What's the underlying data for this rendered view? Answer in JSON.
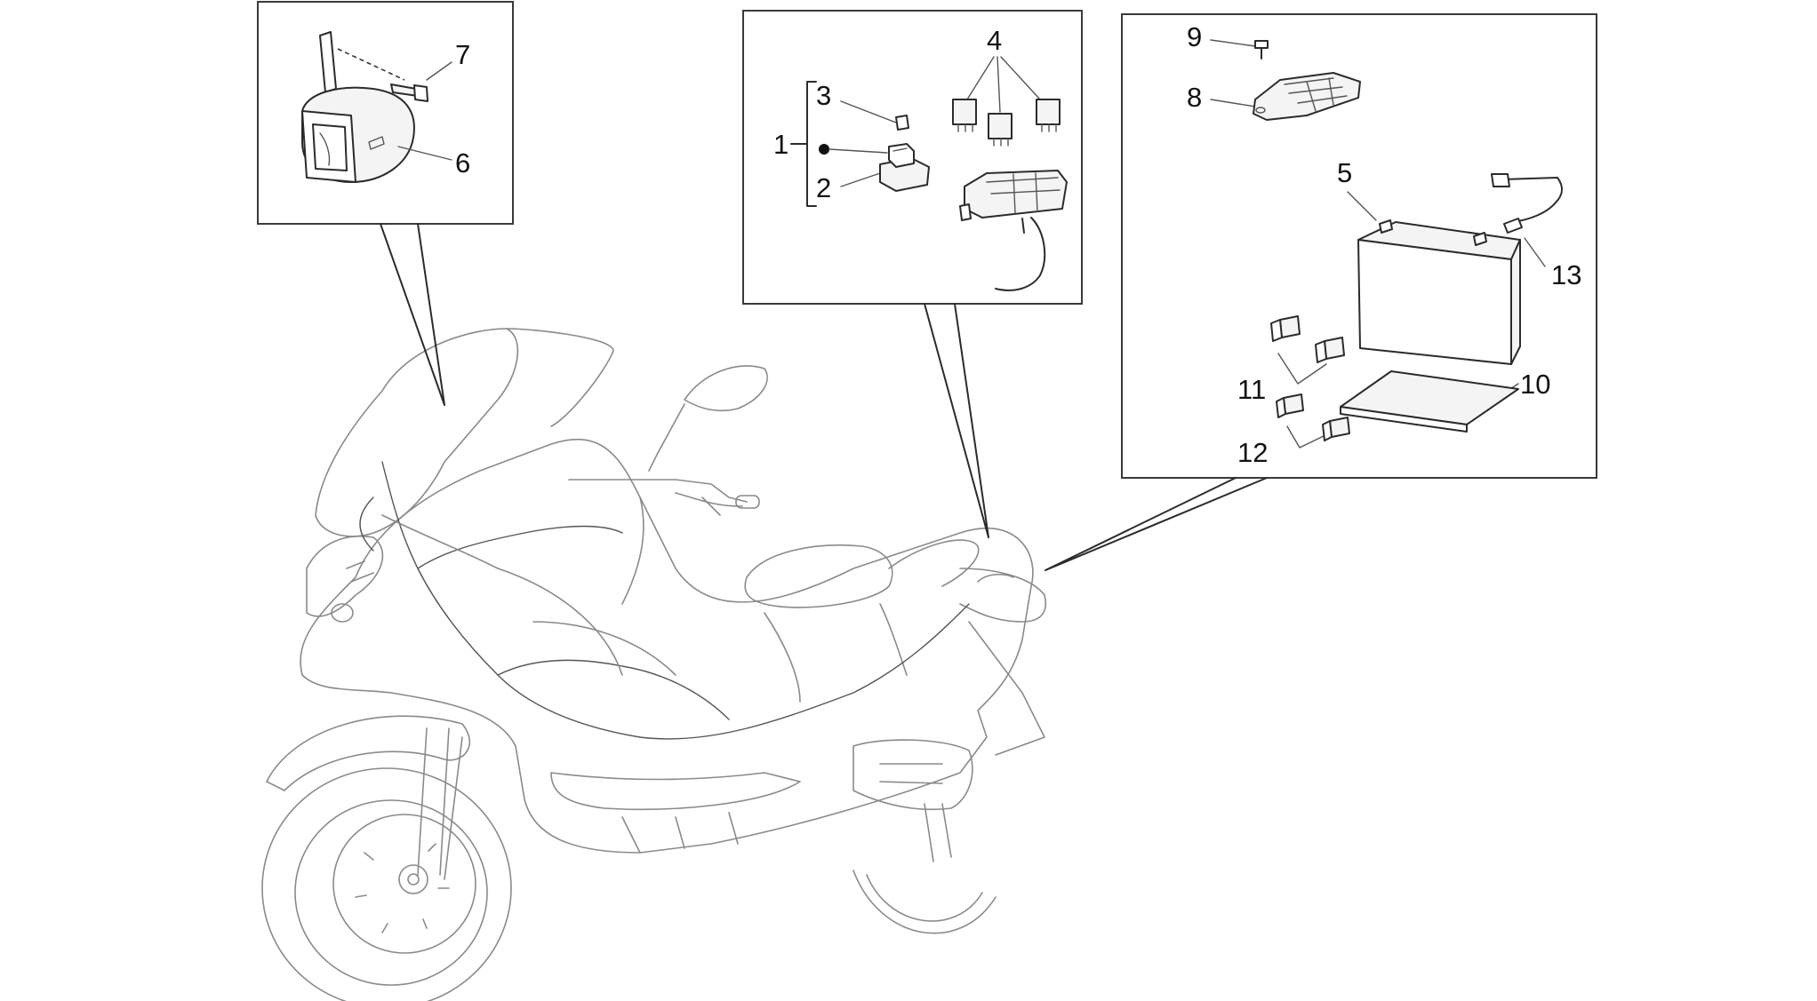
{
  "callouts": {
    "c1": "1",
    "c2": "2",
    "c3": "3",
    "c4": "4",
    "c5": "5",
    "c6": "6",
    "c7": "7",
    "c8": "8",
    "c9": "9",
    "c10": "10",
    "c11": "11",
    "c12": "12",
    "c13": "13"
  },
  "colors": {
    "line": "#2b2b2b",
    "background": "#ffffff"
  }
}
